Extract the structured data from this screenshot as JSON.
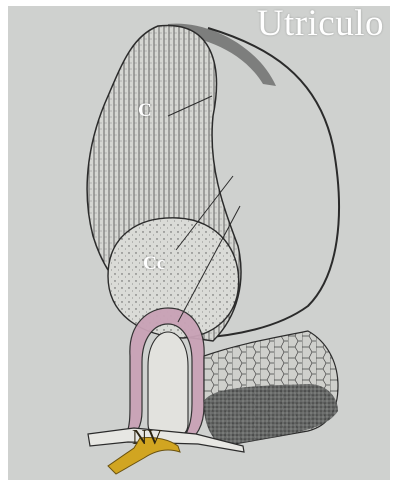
{
  "title": "Utriculo",
  "labels": {
    "c": "C",
    "cc": "Cc",
    "nv": "NV"
  },
  "colors": {
    "background": "#cfd1cf",
    "ink": "#2b2b2b",
    "nerve": "#d1a521",
    "epithelium": "#c9a2b6"
  }
}
